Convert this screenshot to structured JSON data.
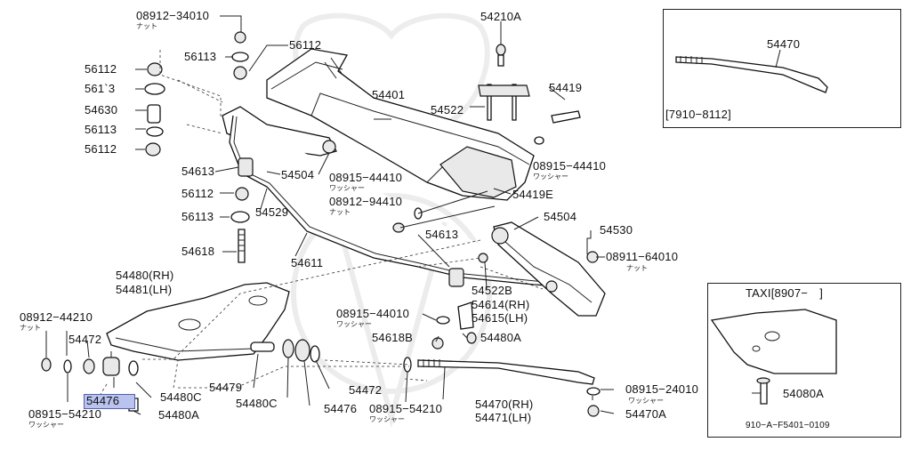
{
  "labels": {
    "p08912_34010": "08912−34010",
    "p56112_a": "56112",
    "p56113_a": "56113",
    "p56112_b": "56112",
    "p56113_b": "561`3",
    "p54630": "54630",
    "p56113_c": "56113",
    "p56112_c": "56112",
    "p54613_a": "54613",
    "p54504_a": "54504",
    "p56112_d": "56112",
    "p54529": "54529",
    "p56113_d": "56113",
    "p54618": "54618",
    "p54611": "54611",
    "p54480": "54480(RH)",
    "p54481": "54481(LH)",
    "p08912_44210": "08912−44210",
    "p54472_a": "54472",
    "p54476_a": "54476",
    "p54480c_a": "54480C",
    "p54480a_a": "54480A",
    "p08915_54210_a": "08915−54210",
    "p54479": "54479",
    "p54480c_b": "54480C",
    "p54476_b": "54476",
    "p54472_b": "54472",
    "p08915_54210_b": "08915−54210",
    "p54210a": "54210A",
    "p54401": "54401",
    "p54522": "54522",
    "p54419": "54419",
    "p08915_44410_a": "08915−44410",
    "p08915_44410_b": "08915−44410",
    "p08912_94410": "08912−94410",
    "p54419e": "54419E",
    "p54504_b": "54504",
    "p54613_b": "54613",
    "p54530": "54530",
    "p08911_64010": "08911−64010",
    "p54522b": "54522B",
    "p54614": "54614(RH)",
    "p54615": "54615(LH)",
    "p08915_44010": "08915−44010",
    "p54618b": "54618B",
    "p54480a_b": "54480A",
    "p54470_a": "54470(RH)",
    "p54471": "54471(LH)",
    "p08915_24010": "08915−24010",
    "p54470a": "54470A",
    "p54470_inset": "54470",
    "inset1_range": "[7910−8112]",
    "inset2_title": "TAXI[8907−　]",
    "p54080a": "54080A",
    "fig_code": "910−A−F5401−0109"
  },
  "subs": {
    "nut": "ナット",
    "washer": "ワッシャー"
  },
  "highlight_color": "#b9c3ee"
}
